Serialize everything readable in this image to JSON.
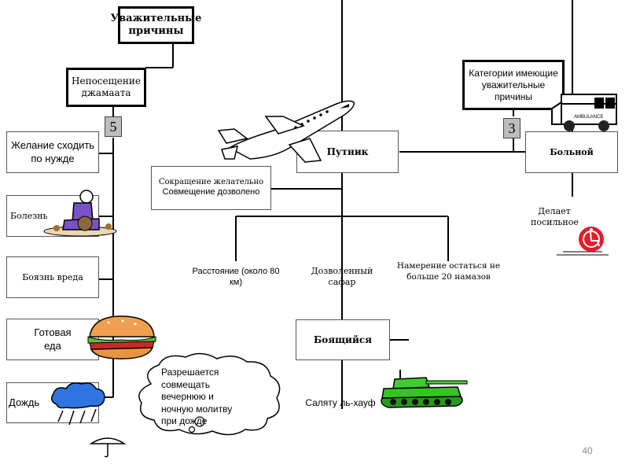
{
  "top": {
    "title": "Уважительные причины"
  },
  "left": {
    "header": "Непосещение джамаата",
    "count": "5",
    "items": [
      {
        "label": "Желание сходить по нужде"
      },
      {
        "label": "Болезнь"
      },
      {
        "label": "Боязнь вреда"
      },
      {
        "label": "Готовая еда"
      },
      {
        "label": "Дождь"
      }
    ]
  },
  "right": {
    "header": "Категории имеющие уважительные причины",
    "count": "3",
    "sick": "Больной",
    "sick_note": "Делает посильное"
  },
  "center": {
    "traveler": "Путник",
    "traveler_note_1": "Сокращение желательно",
    "traveler_note_2": "Совмещение дозволено",
    "conditions": [
      {
        "label": "Расстояние (около 80 км)"
      },
      {
        "label": "Дозволенный сафар"
      },
      {
        "label": "Намерение остаться не больше 20 намазов"
      }
    ],
    "fighter": "Боящийся",
    "fighter_note": "Саляту ль-хауф"
  },
  "cloud": {
    "text": "Разрешается совмещать вечернюю и ночную молитву при дожде"
  },
  "page_number": "40",
  "icons": [
    "airplane-icon",
    "ambulance-icon",
    "wheelchair-icon",
    "person-icon",
    "sandwich-icon",
    "rain-cloud-icon",
    "umbrella-icon",
    "tank-icon"
  ]
}
